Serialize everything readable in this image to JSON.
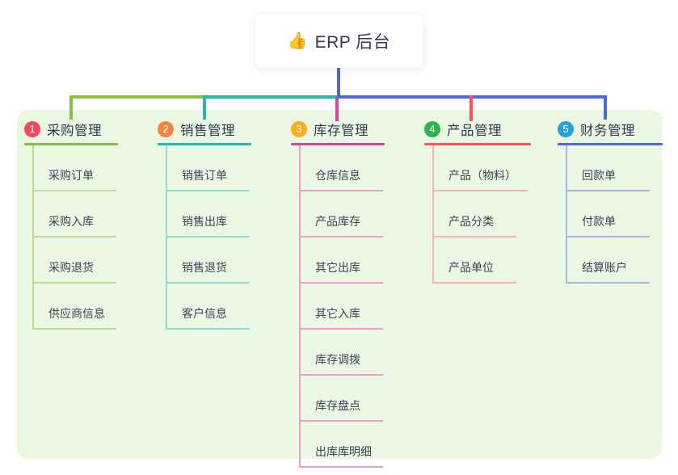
{
  "root": {
    "icon": "👍",
    "label": "ERP 后台"
  },
  "branches": [
    {
      "num": "1",
      "title": "采购管理",
      "badge_color": "#f5495e",
      "line_color": "#86bf45",
      "light_line_color": "#b9dc94",
      "children": [
        "采购订单",
        "采购入库",
        "采购退货",
        "供应商信息"
      ]
    },
    {
      "num": "2",
      "title": "销售管理",
      "badge_color": "#f6833f",
      "line_color": "#26b8ae",
      "light_line_color": "#93d8d2",
      "children": [
        "销售订单",
        "销售出库",
        "销售退货",
        "客户信息"
      ]
    },
    {
      "num": "3",
      "title": "库存管理",
      "badge_color": "#fbab1d",
      "line_color": "#d6469e",
      "light_line_color": "#eb9fcb",
      "children": [
        "仓库信息",
        "产品库存",
        "其它出库",
        "其它入库",
        "库存调拨",
        "库存盘点",
        "出库库明细"
      ]
    },
    {
      "num": "4",
      "title": "产品管理",
      "badge_color": "#2eb34f",
      "line_color": "#f25858",
      "light_line_color": "#f9b3b3",
      "children": [
        "产品（物料）",
        "产品分类",
        "产品单位"
      ]
    },
    {
      "num": "5",
      "title": "财务管理",
      "badge_color": "#29a0dc",
      "line_color": "#4c69cf",
      "light_line_color": "#a7b8e8",
      "children": [
        "回款单",
        "付款单",
        "结算账户"
      ]
    }
  ],
  "colors": {
    "panel_background": "#eaf7e3",
    "root_connector": "#5566cf",
    "title_text": "#2d3a4e",
    "child_text": "#3a4656",
    "card_background": "#ffffff"
  }
}
